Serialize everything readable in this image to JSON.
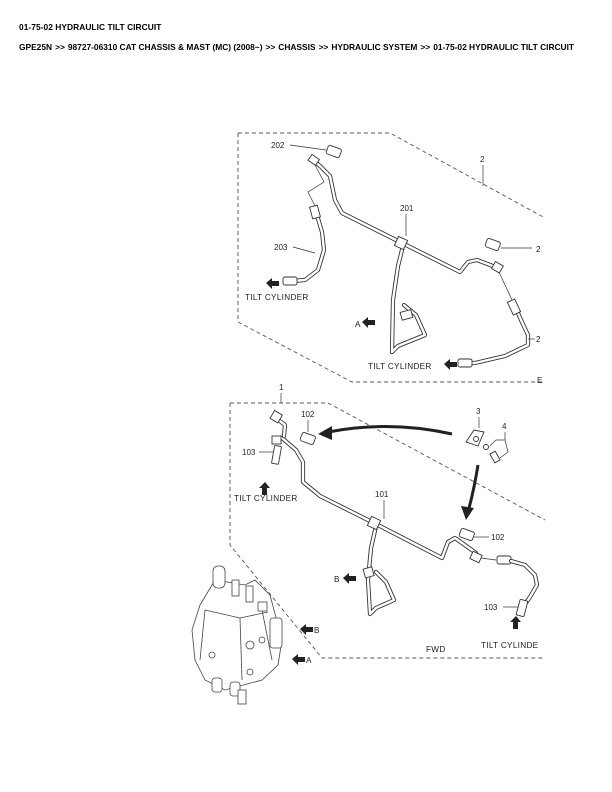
{
  "header": {
    "title": "01-75-02 HYDRAULIC TILT CIRCUIT",
    "breadcrumb": [
      "GPE25N",
      "98727-06310 CAT CHASSIS & MAST (MC) (2008~)",
      "CHASSIS",
      "HYDRAULIC SYSTEM",
      "01-75-02 HYDRAULIC TILT CIRCUIT"
    ],
    "breadcrumb_separator": ">>"
  },
  "diagram": {
    "assembly_2": {
      "callout": "2",
      "parts": {
        "p202": "202",
        "p201": "201",
        "p203": "203",
        "p2_fitting": "2",
        "p2_hose": "2"
      },
      "captions": {
        "tilt_left": "TILT CYLINDER",
        "tilt_right": "TILT CYLINDER",
        "port_a": "A",
        "edge": "E"
      }
    },
    "assembly_1": {
      "callout": "1",
      "parts": {
        "p102_top": "102",
        "p103_left": "103",
        "p101": "101",
        "p102_right": "102",
        "p103_right": "103",
        "p3": "3",
        "p4": "4"
      },
      "captions": {
        "tilt_left": "TILT CYLINDER",
        "tilt_right": "TILT CYLINDE",
        "port_b": "B",
        "fwd": "FWD"
      }
    },
    "valve": {
      "port_b": "B",
      "port_a": "A"
    }
  }
}
